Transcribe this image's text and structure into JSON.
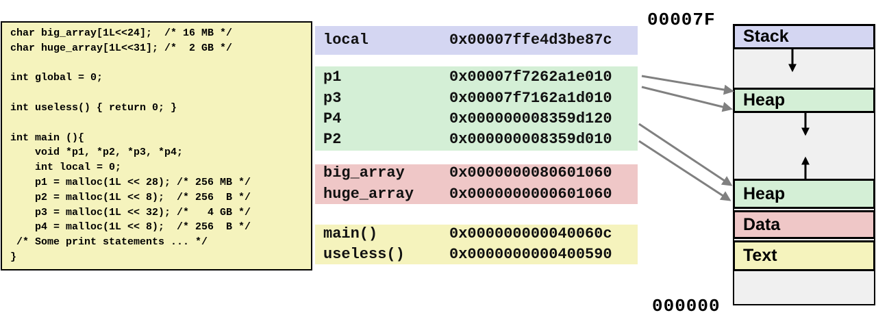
{
  "code": {
    "lines": [
      "char big_array[1L<<24];  /* 16 MB */",
      "char huge_array[1L<<31]; /*  2 GB */",
      "",
      "int global = 0;",
      "",
      "int useless() { return 0; }",
      "",
      "int main (){",
      "    void *p1, *p2, *p3, *p4;",
      "    int local = 0;",
      "    p1 = malloc(1L << 28); /* 256 MB */",
      "    p2 = malloc(1L << 8);  /* 256  B */",
      "    p3 = malloc(1L << 32); /*   4 GB */",
      "    p4 = malloc(1L << 8);  /* 256  B */",
      " /* Some print statements ... */",
      "}"
    ]
  },
  "addresses": {
    "local": [
      {
        "name": "local",
        "addr": "0x00007ffe4d3be87c"
      }
    ],
    "pointers": [
      {
        "name": "p1",
        "addr": "0x00007f7262a1e010"
      },
      {
        "name": "p3",
        "addr": "0x00007f7162a1d010"
      },
      {
        "name": "P4",
        "addr": "0x000000008359d120"
      },
      {
        "name": "P2",
        "addr": "0x000000008359d010"
      }
    ],
    "data": [
      {
        "name": "big_array",
        "addr": "0x0000000080601060"
      },
      {
        "name": "huge_array",
        "addr": "0x0000000000601060"
      }
    ],
    "text": [
      {
        "name": "main()",
        "addr": "0x000000000040060c"
      },
      {
        "name": "useless()",
        "addr": "0x0000000000400590"
      }
    ]
  },
  "memory": {
    "top_address": "00007F",
    "bottom_address": "000000",
    "segments": {
      "stack": "Stack",
      "heap_upper": "Heap",
      "heap_lower": "Heap",
      "data": "Data",
      "text": "Text"
    }
  },
  "colors": {
    "stack": "#d4d6f2",
    "heap": "#d4efd6",
    "data": "#efc7c7",
    "text": "#f5f3bd",
    "free": "#f0f0f0",
    "arrow": "#808080"
  }
}
